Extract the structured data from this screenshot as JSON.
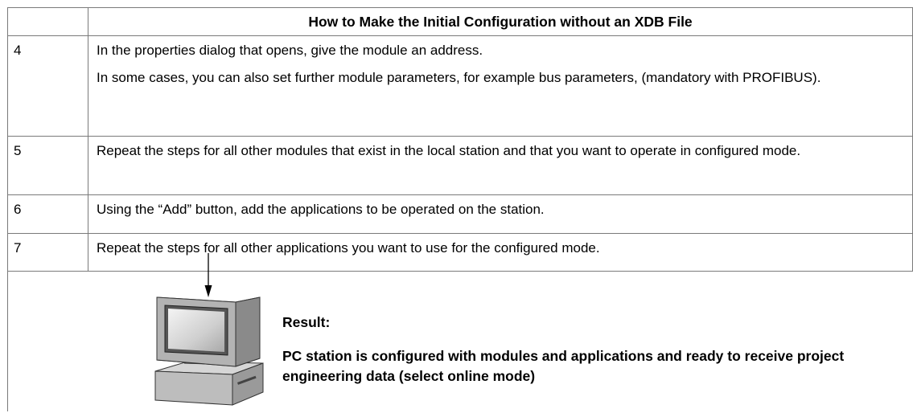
{
  "table": {
    "header": "How to Make the Initial Configuration without an XDB File",
    "rows": [
      {
        "num": "4",
        "paragraphs": [
          "In the properties dialog that opens, give the module an address.",
          "In some cases, you can also set further module parameters, for example bus parameters, (mandatory with PROFIBUS)."
        ]
      },
      {
        "num": "5",
        "paragraphs": [
          "Repeat the steps for all other modules that exist in the local station and that you want to operate in configured mode."
        ]
      },
      {
        "num": "6",
        "paragraphs": [
          "Using the “Add” button, add the applications to be operated on the station."
        ]
      },
      {
        "num": "7",
        "paragraphs": [
          "Repeat the steps for all other applications you want to use for the configured mode."
        ]
      }
    ]
  },
  "result": {
    "title": "Result:",
    "text": "PC station is configured with modules and applications and ready to receive project engineering data (select online mode)"
  },
  "icons": {
    "pc": "pc-station-icon",
    "arrow": "down-arrow-icon"
  }
}
